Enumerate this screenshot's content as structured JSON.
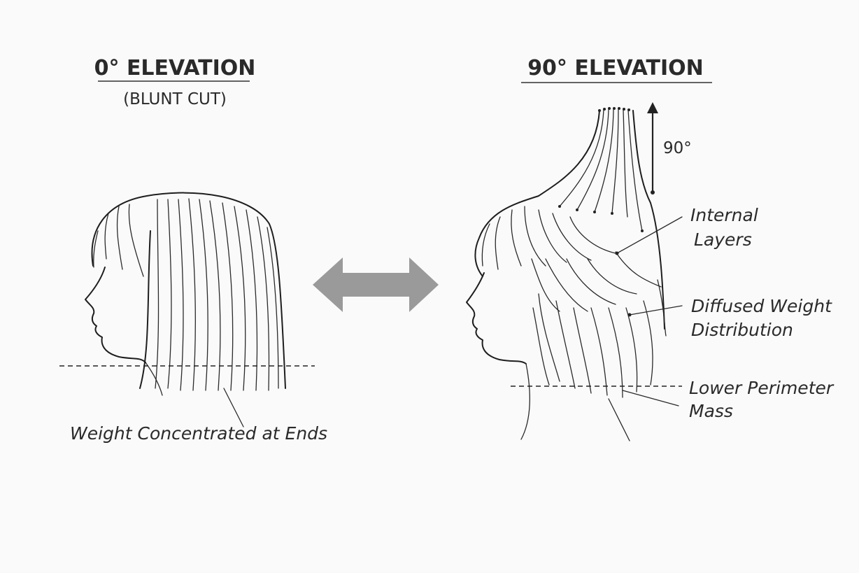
{
  "left": {
    "title": "0° ELEVATION",
    "subtitle": "(BLUNT CUT)",
    "caption": "Weight Concentrated at Ends"
  },
  "right": {
    "title": "90° ELEVATION",
    "angle_label": "90°",
    "labels": {
      "internal_1": "Internal",
      "internal_2": "Layers",
      "diffused_1": "Diffused Weight",
      "diffused_2": "Distribution",
      "lower_1": "Lower Perimeter",
      "lower_2": "Mass"
    }
  },
  "colors": {
    "ink": "#1e1e1e",
    "arrow": "#9a9a9a",
    "background": "#fafafa"
  }
}
